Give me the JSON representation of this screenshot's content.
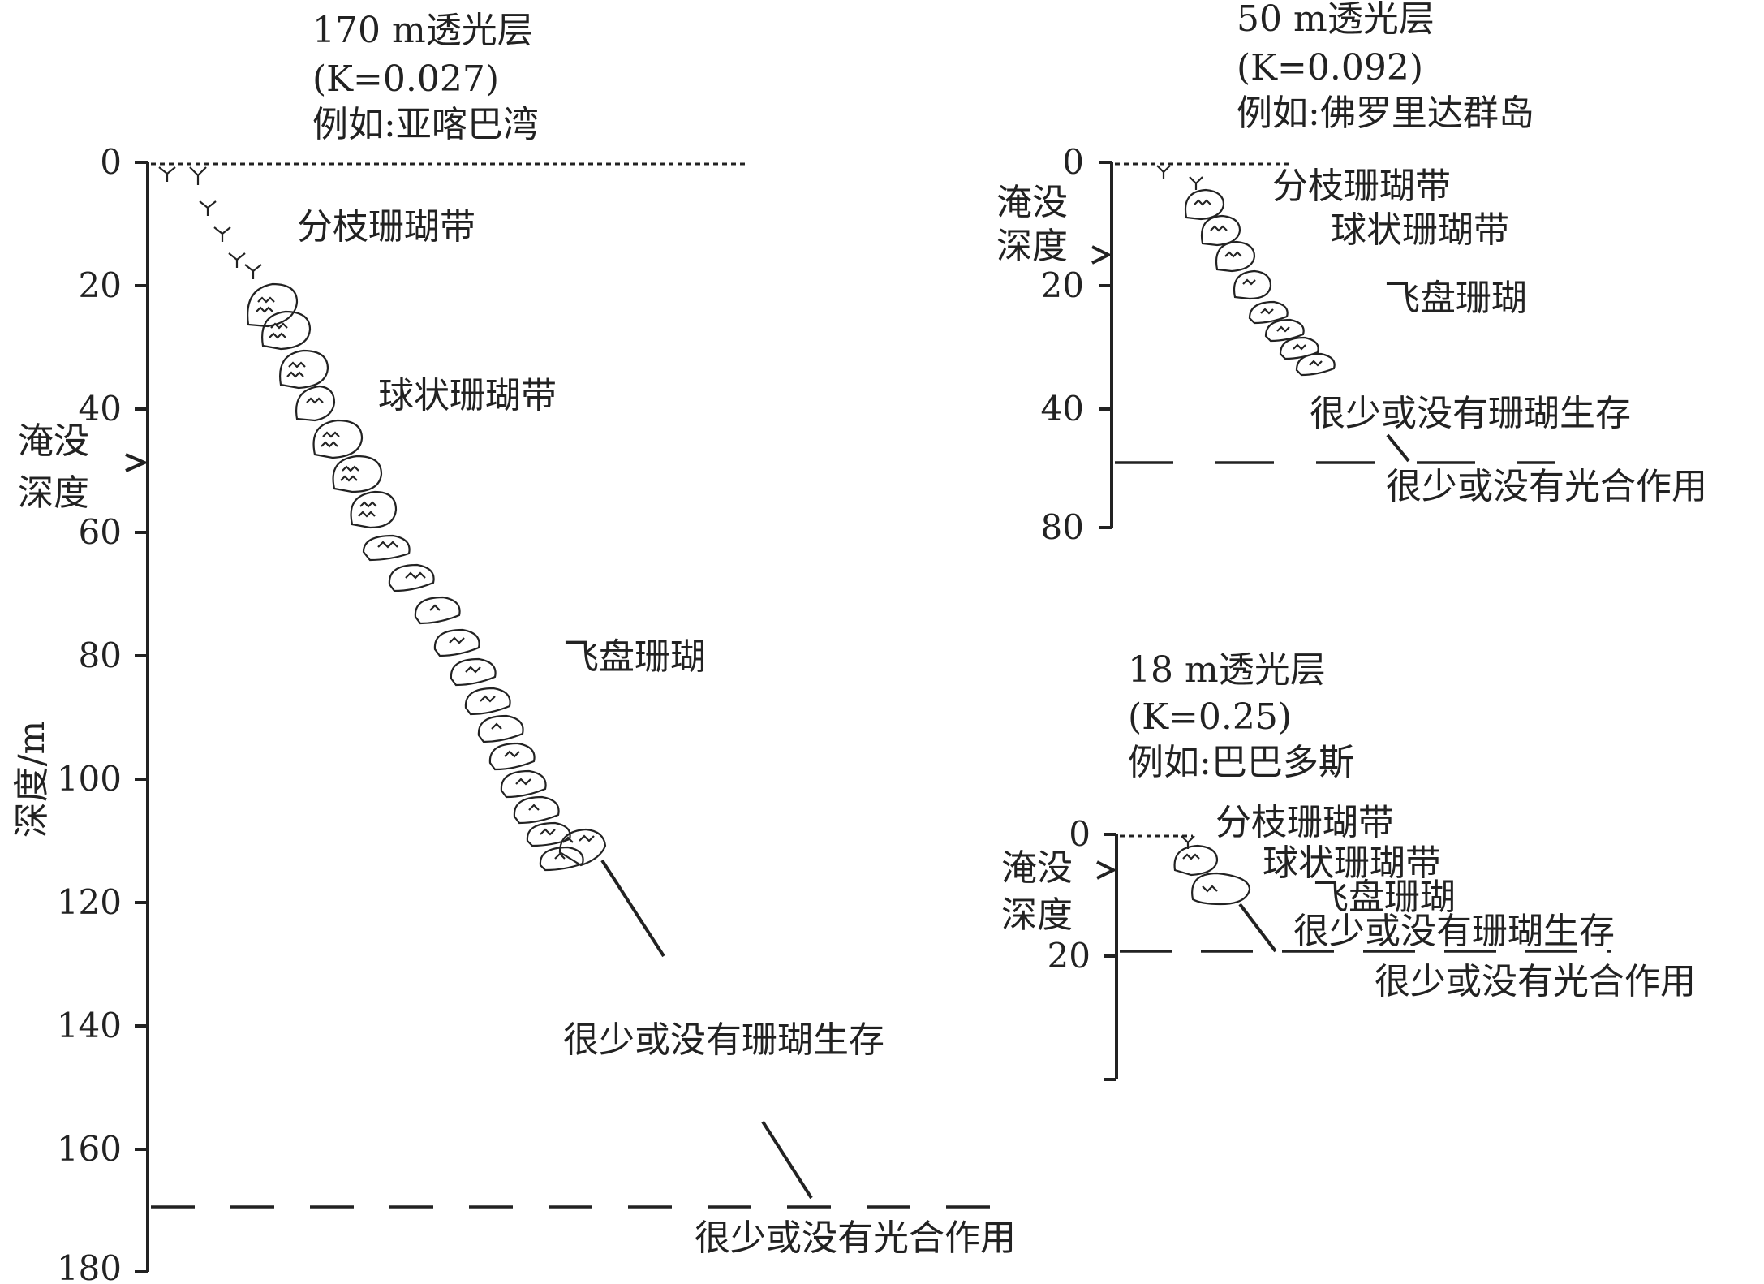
{
  "panels": [
    {
      "id": "p170",
      "title_lines": [
        "170 m透光层",
        "(K=0.027)",
        "例如:亚喀巴湾"
      ],
      "ticks": [
        "0",
        "20",
        "40",
        "60",
        "80",
        "100",
        "120",
        "140",
        "160",
        "180"
      ],
      "submersion_label": [
        "淹没",
        "深度"
      ],
      "zones": [
        "分枝珊瑚带",
        "球状珊瑚带",
        "飞盘珊瑚",
        "很少或没有珊瑚生存",
        "很少或没有光合作用"
      ]
    },
    {
      "id": "p50",
      "title_lines": [
        "50 m透光层",
        "(K=0.092)",
        "例如:佛罗里达群岛"
      ],
      "ticks": [
        "0",
        "20",
        "40",
        "80"
      ],
      "submersion_label": [
        "淹没",
        "深度"
      ],
      "zones": [
        "分枝珊瑚带",
        "球状珊瑚带",
        "飞盘珊瑚",
        "很少或没有珊瑚生存",
        "很少或没有光合作用"
      ]
    },
    {
      "id": "p18",
      "title_lines": [
        "18 m透光层",
        "(K=0.25)",
        "例如:巴巴多斯"
      ],
      "ticks": [
        "0",
        "20"
      ],
      "submersion_label": [
        "淹没",
        "深度"
      ],
      "zones": [
        "分枝珊瑚带",
        "球状珊瑚带",
        "飞盘珊瑚",
        "很少或没有珊瑚生存",
        "很少或没有光合作用"
      ]
    }
  ],
  "y_axis_label": "深度/m"
}
